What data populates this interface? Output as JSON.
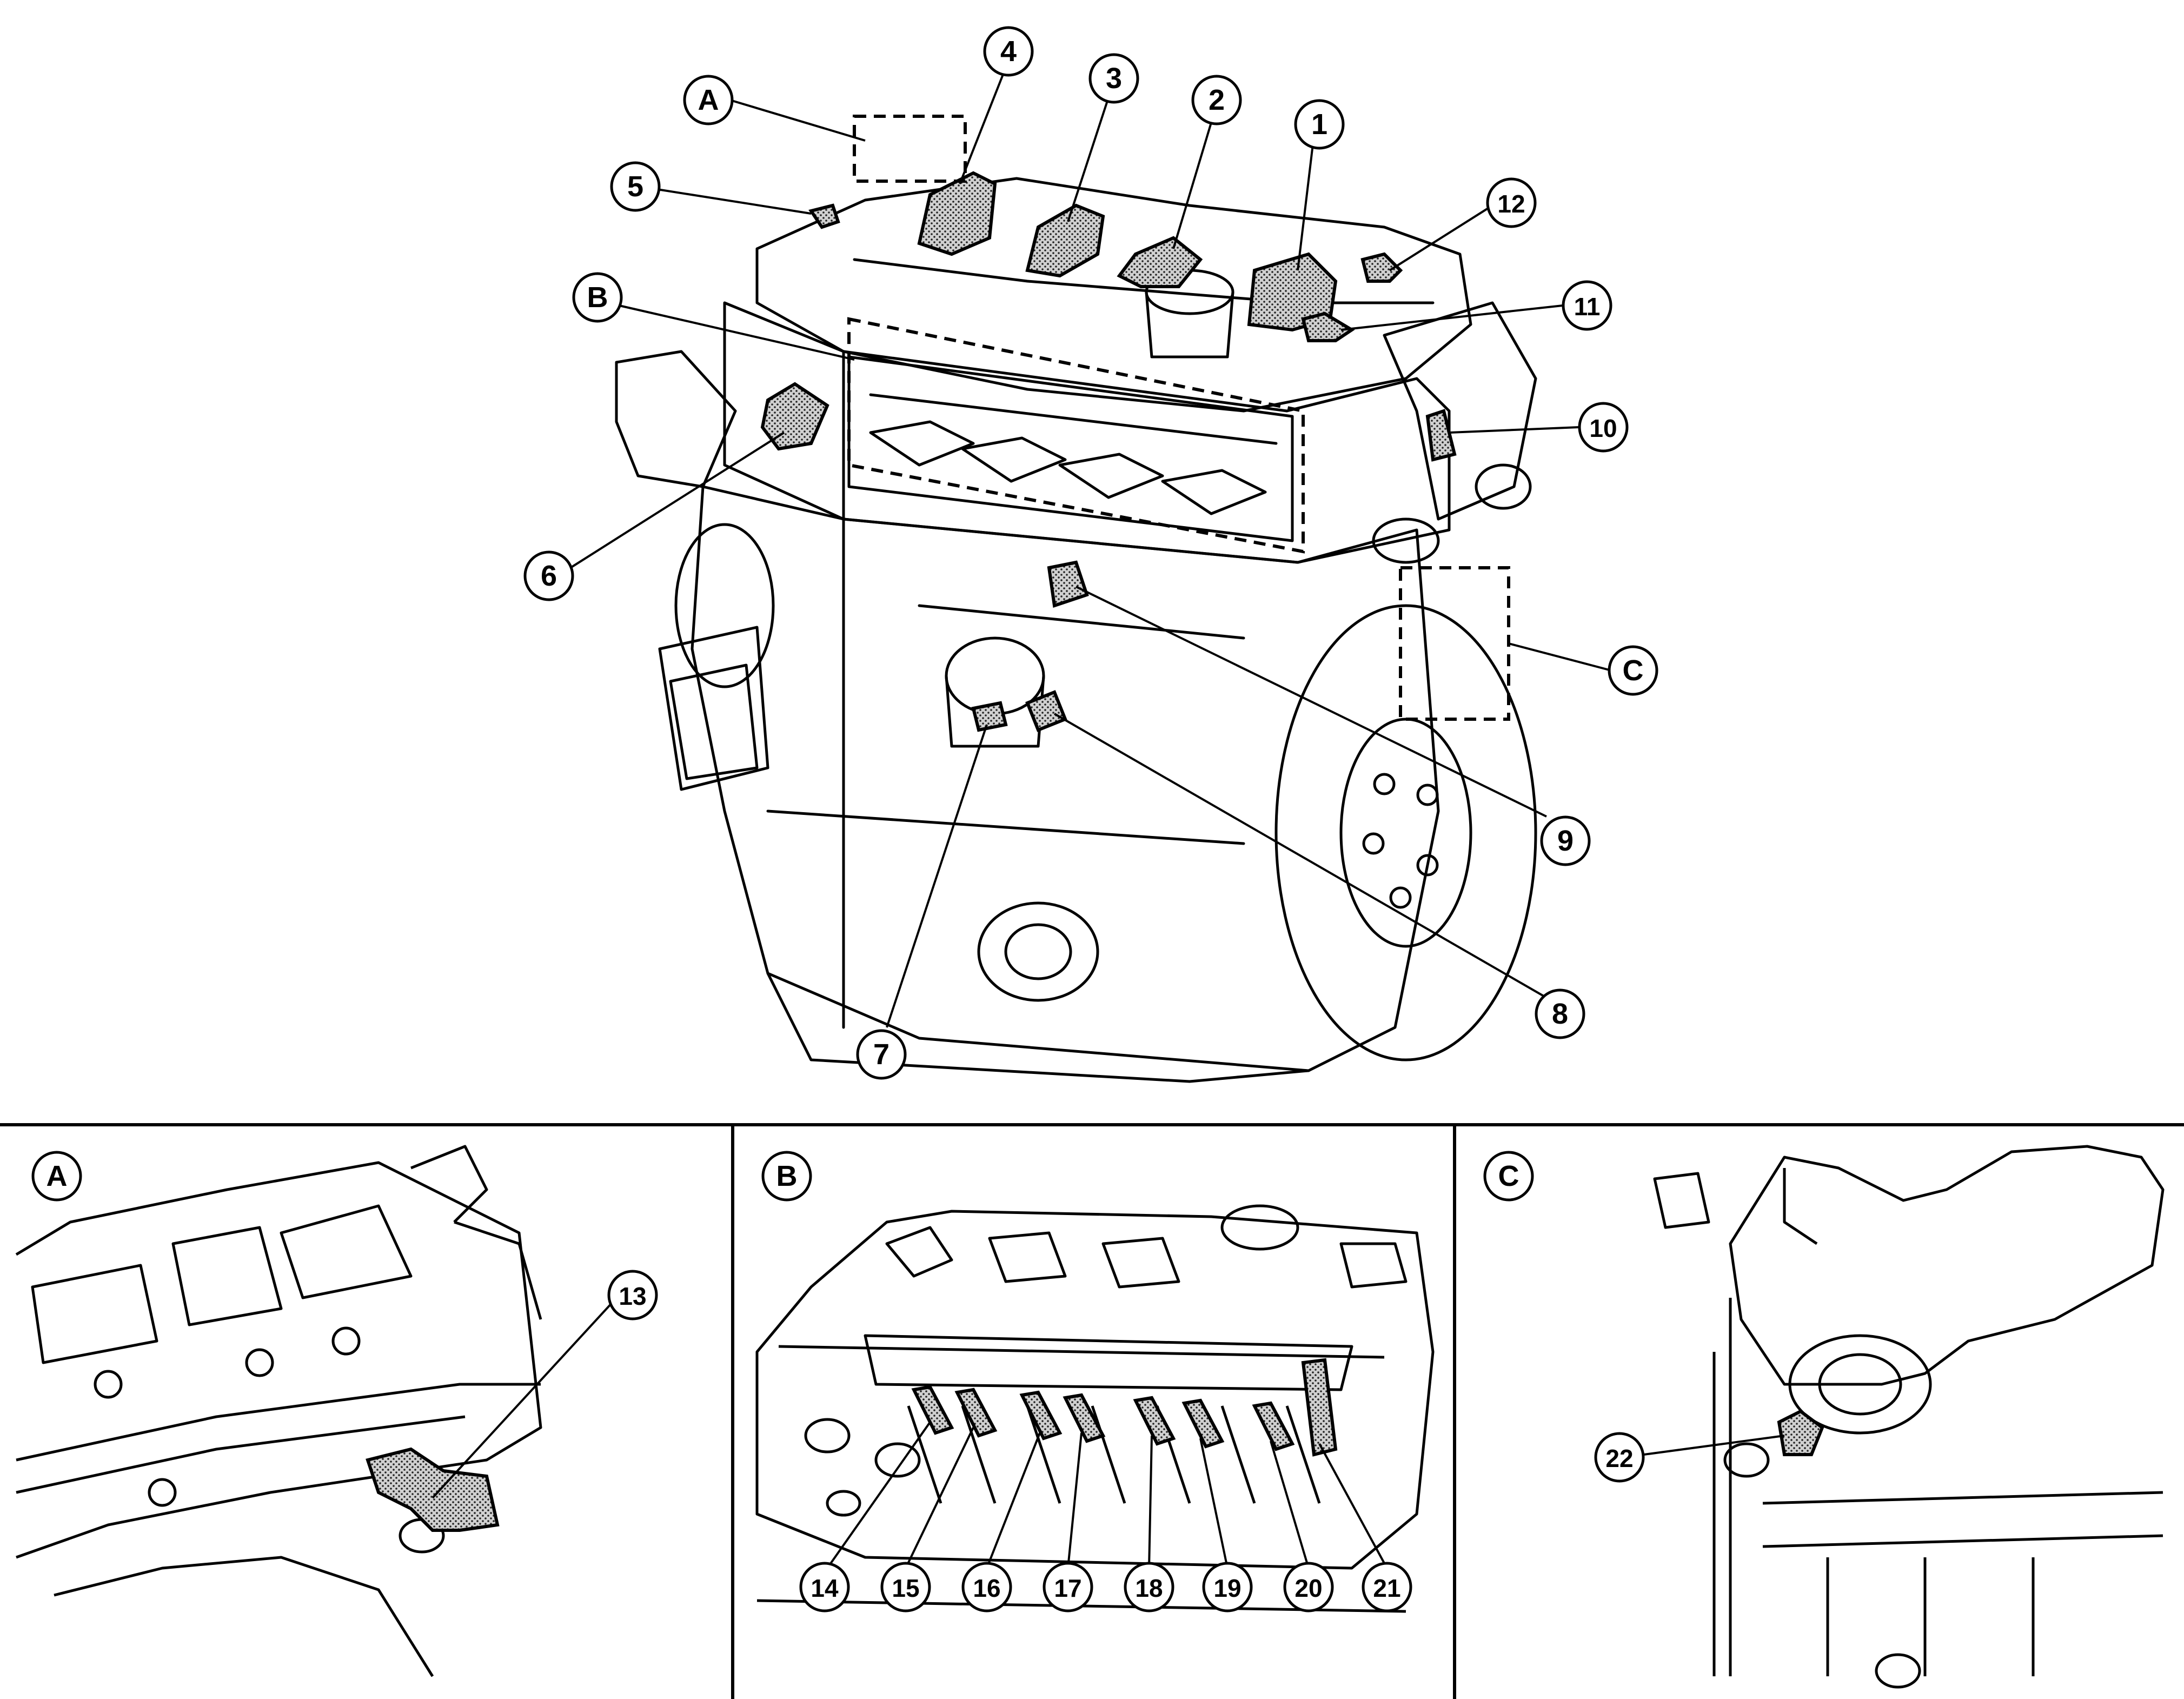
{
  "figure": {
    "main_callouts": [
      "1",
      "2",
      "3",
      "4",
      "5",
      "6",
      "7",
      "8",
      "9",
      "10",
      "11",
      "12"
    ],
    "detail_refs": [
      "A",
      "B",
      "C"
    ]
  },
  "panels": {
    "a": {
      "label": "A",
      "callouts": [
        "13"
      ]
    },
    "b": {
      "label": "B",
      "callouts": [
        "14",
        "15",
        "16",
        "17",
        "18",
        "19",
        "20",
        "21"
      ]
    },
    "c": {
      "label": "C",
      "callouts": [
        "22"
      ]
    }
  },
  "colors": {
    "line": "#000000",
    "hatch_fill": "#c8c8c8",
    "background": "#ffffff"
  }
}
